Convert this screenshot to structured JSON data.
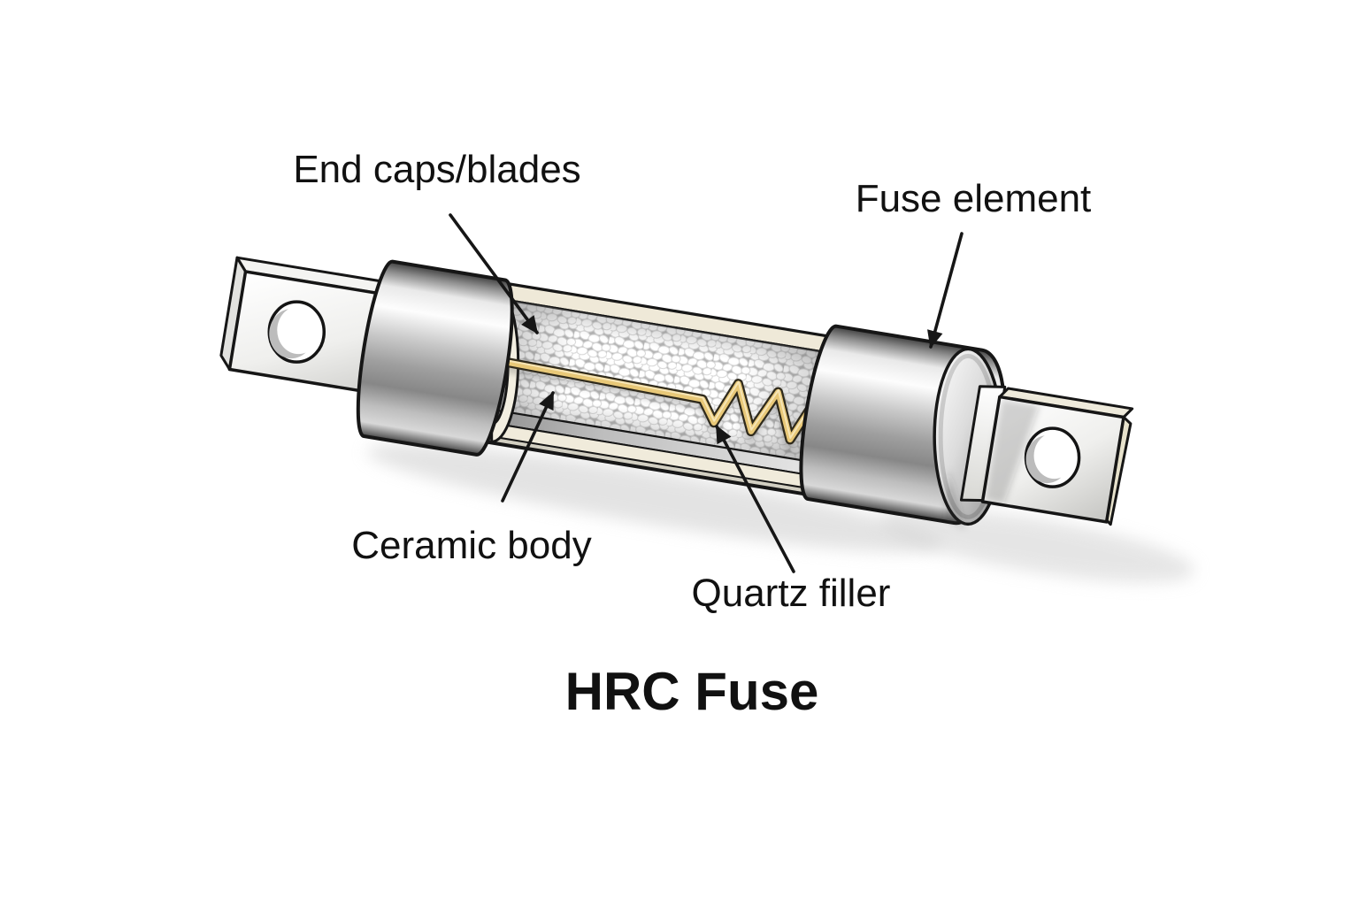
{
  "figure": {
    "title": "HRC Fuse",
    "labels": {
      "end_caps": "End caps/blades",
      "fuse_element": "Fuse element",
      "ceramic_body": "Ceramic body",
      "quartz_filler": "Quartz filler"
    },
    "colors": {
      "background": "#ffffff",
      "outline": "#161616",
      "text": "#111111",
      "metal_highlight": "#fdfdfd",
      "metal_shadow": "#3f3f3f",
      "ceramic_cream": "#f0ebdb",
      "quartz_gap": "#b4b4b4",
      "quartz_pebble": "#ffffff",
      "wire_gold": "#e8c878",
      "wire_outline": "#2f2a1c",
      "drop_shadow": "#cdcdcd"
    }
  }
}
